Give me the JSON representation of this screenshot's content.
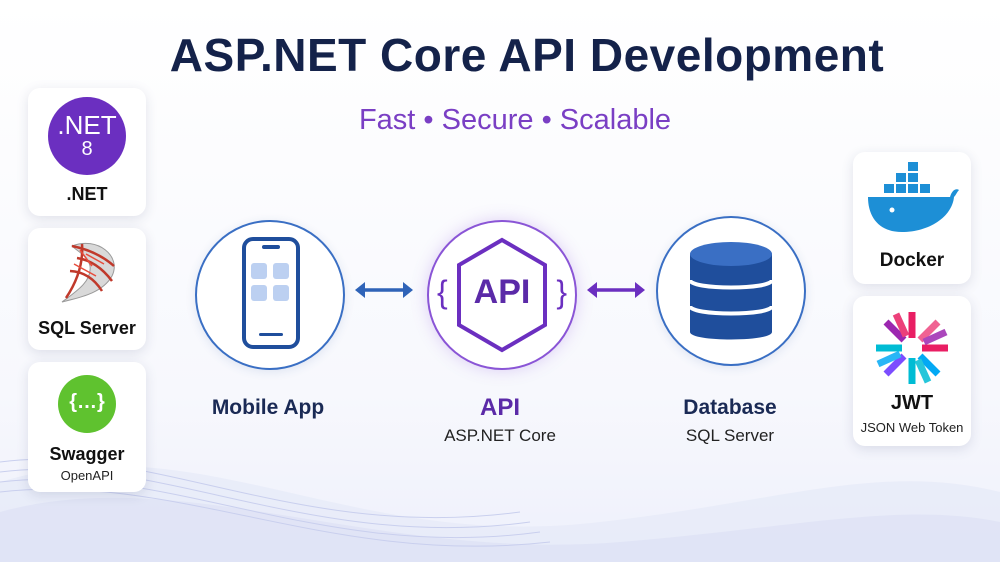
{
  "header": {
    "title": "ASP.NET Core API Development",
    "subtitle": "Fast • Secure • Scalable"
  },
  "left_cards": [
    {
      "label": "8",
      "badge_text": ".NET",
      "name": ".NET"
    },
    {
      "label": "SQL Server",
      "icon": "sql-server-icon"
    },
    {
      "label": "Swagger",
      "sub": "OpenAPI",
      "icon_text": "{…}"
    }
  ],
  "right_cards": [
    {
      "label": "Docker",
      "icon": "docker-whale-icon"
    },
    {
      "label": "JWT",
      "sub": "JSON Web Token",
      "icon": "jwt-icon"
    }
  ],
  "flow": {
    "nodes": [
      {
        "label": "Mobile App",
        "icon": "smartphone-icon"
      },
      {
        "label": "API",
        "sub": "ASP.NET Core",
        "icon_text": "API",
        "brace_left": "{",
        "brace_right": "}"
      },
      {
        "label": "Database",
        "sub": "SQL Server",
        "icon": "database-icon"
      }
    ],
    "arrows": [
      "bidirectional",
      "bidirectional"
    ]
  },
  "colors": {
    "title": "#14224a",
    "accent_purple": "#7a3fc4",
    "blue": "#1f4e9c",
    "dotnet_purple": "#6b2fc0",
    "swagger_green": "#5fc22f",
    "docker_blue": "#1d8fd6"
  }
}
